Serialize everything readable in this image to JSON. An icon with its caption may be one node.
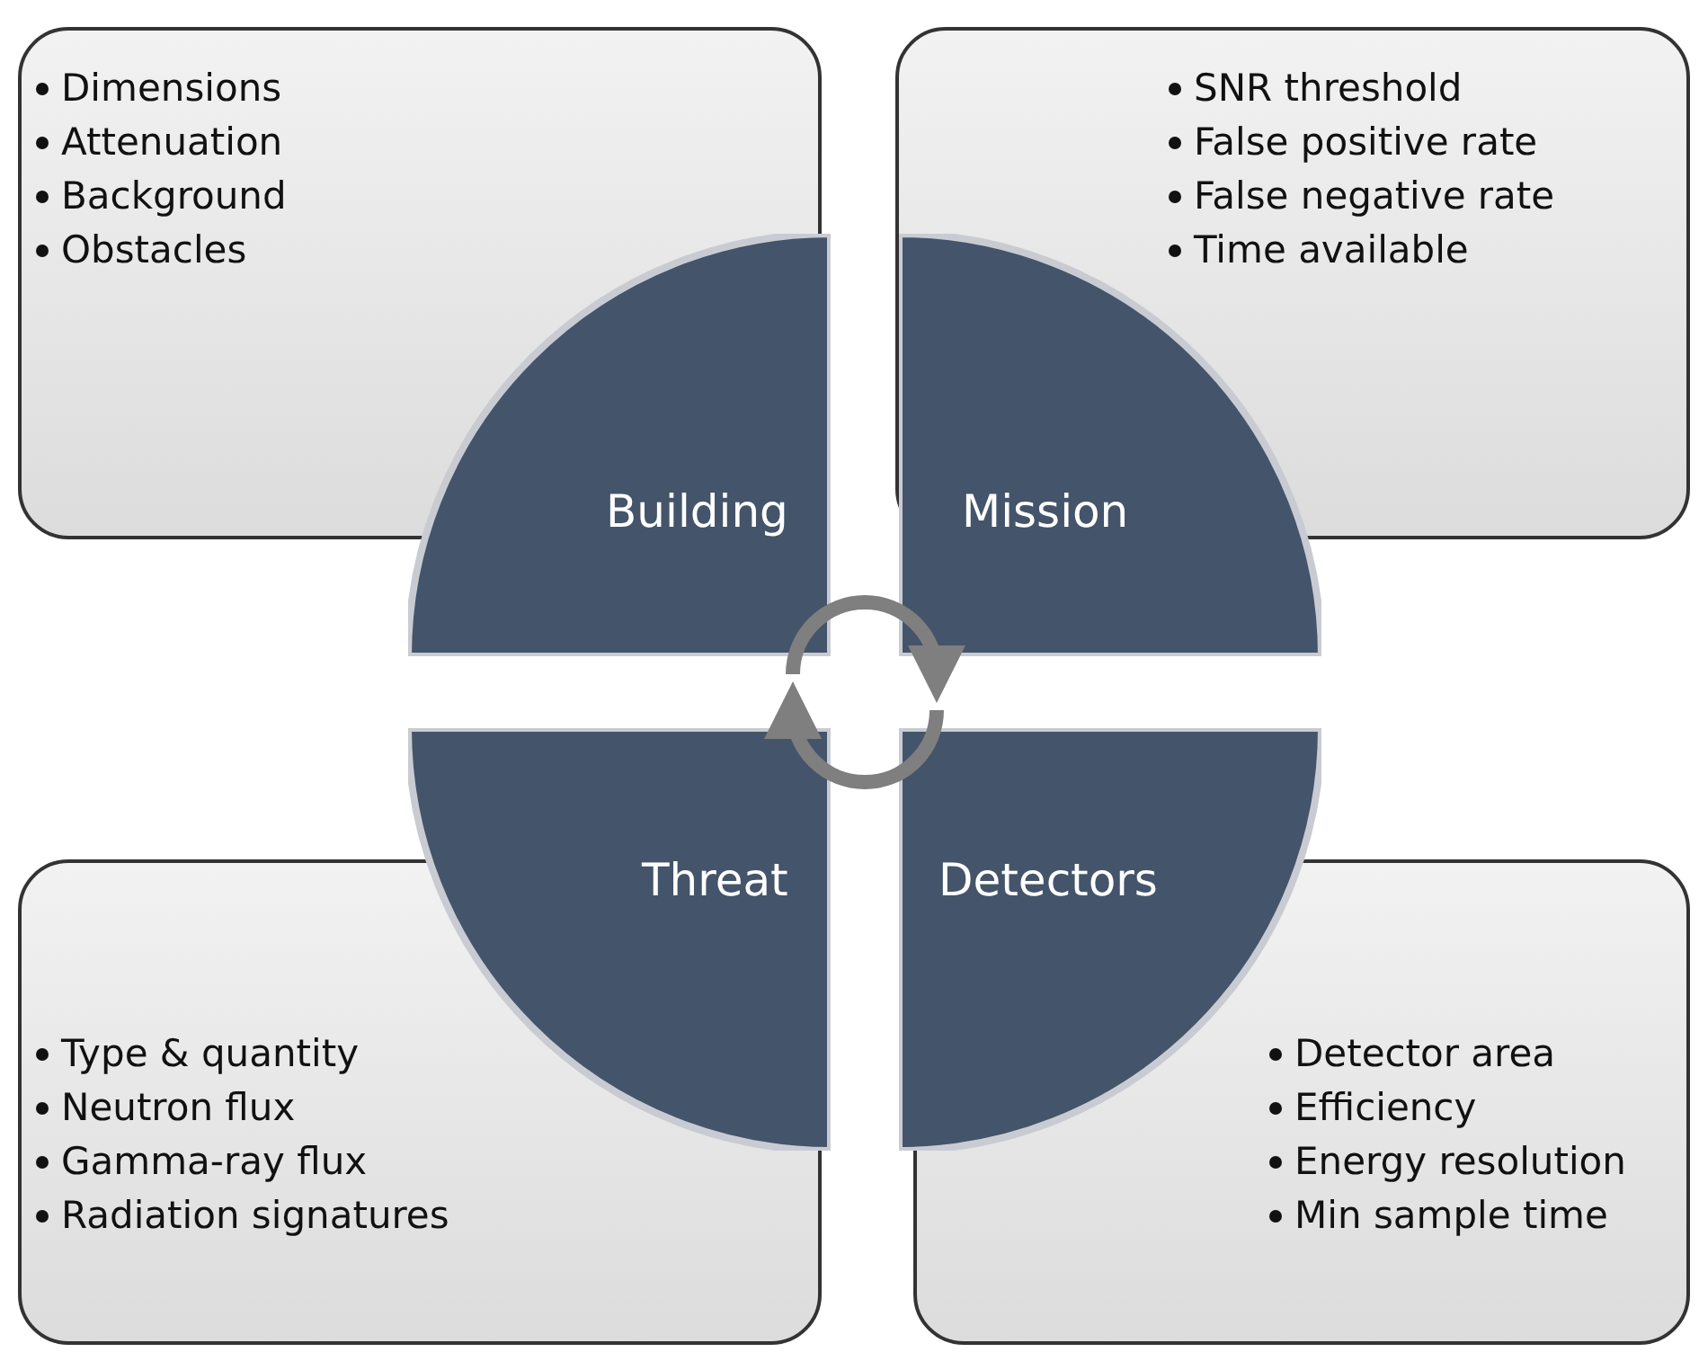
{
  "diagram": {
    "nodes": [
      {
        "text": [
          "Dimensions",
          "Attenuation",
          "Background",
          "Obstacles"
        ]
      },
      {
        "text": [
          "SNR threshold",
          "False positive rate",
          "False negative rate",
          "Time available"
        ]
      },
      {
        "text": [
          "Building"
        ]
      },
      {
        "text": [
          "Mission"
        ]
      },
      {
        "text": [
          "Threat"
        ]
      },
      {
        "text": [
          "Detectors"
        ]
      },
      {
        "text": [
          "Type & quantity",
          "Neutron flux",
          "Gamma-ray flux",
          "Radiation signatures"
        ]
      },
      {
        "text": [
          "Detector area",
          "Efficiency",
          "Energy resolution",
          "Min sample time"
        ]
      }
    ],
    "edges": [
      {
        "from": 2,
        "to": 3,
        "arrow": "to"
      },
      {
        "from": 5,
        "to": 4,
        "arrow": "to"
      }
    ]
  }
}
